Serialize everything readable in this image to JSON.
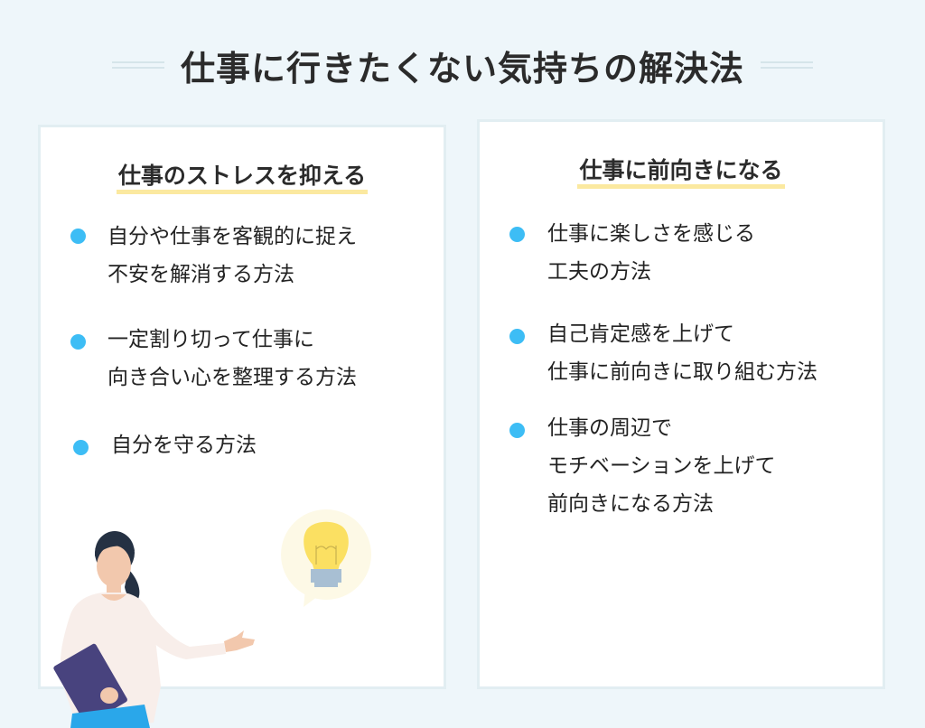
{
  "header": {
    "title": "仕事に行きたくない気持ちの解決法"
  },
  "cards": [
    {
      "title": "仕事のストレスを抑える",
      "items": [
        {
          "text": "自分や仕事を客観的に捉え\n不安を解消する方法"
        },
        {
          "text": "一定割り切って仕事に\n向き合い心を整理する方法"
        },
        {
          "text": "自分を守る方法"
        }
      ]
    },
    {
      "title": "仕事に前向きになる",
      "items": [
        {
          "text": "仕事に楽しさを感じる\n工夫の方法"
        },
        {
          "text": "自己肯定感を上げて\n仕事に前向きに取り組む方法"
        },
        {
          "text": "仕事の周辺で\nモチベーションを上げて\n前向きになる方法"
        }
      ]
    }
  ],
  "illustration": {
    "subject": "woman-presenting",
    "idea": "lightbulb-icon"
  },
  "colors": {
    "background": "#eef6fa",
    "card": "#ffffff",
    "bullet": "#3dbdf5",
    "highlight": "#fbe9a0",
    "title": "#2b2b2b"
  }
}
